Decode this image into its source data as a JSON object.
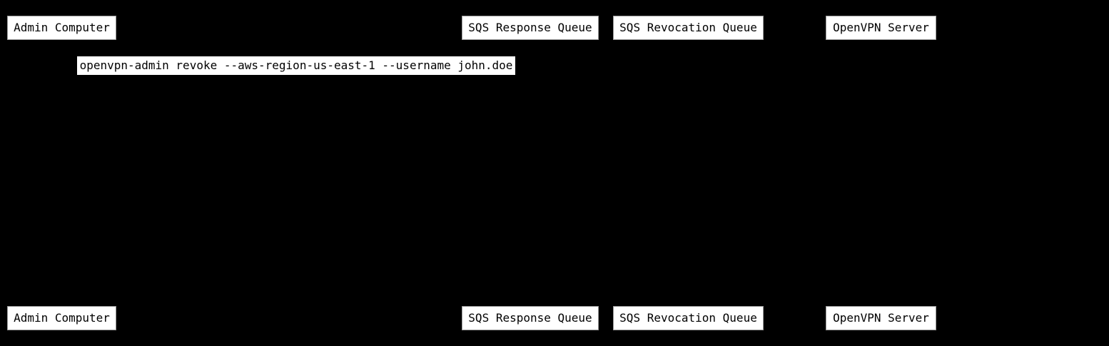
{
  "diagram": {
    "type": "sequence-diagram",
    "colors": {
      "background": "#000000",
      "box_fill": "#ffffff",
      "box_text": "#000000",
      "box_edge": "#9a9a9a"
    },
    "participants": [
      {
        "name": "Admin Computer"
      },
      {
        "name": "SQS Response Queue"
      },
      {
        "name": "SQS Revocation Queue"
      },
      {
        "name": "OpenVPN Server"
      }
    ],
    "messages": [
      {
        "label": "openvpn-admin revoke --aws-region-us-east-1 --username john.doe"
      }
    ]
  }
}
